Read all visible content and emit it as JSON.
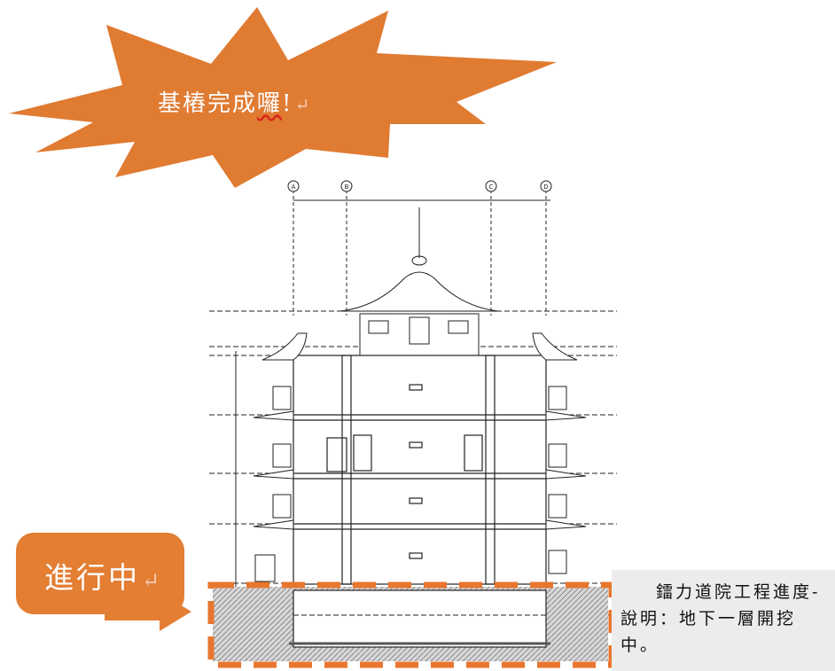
{
  "callout_burst": {
    "text": "基樁完成",
    "squiggle_text": "囉",
    "tail": "!",
    "mark": "↵",
    "color": "#e07b32"
  },
  "callout_progress": {
    "text": "進行中",
    "mark": "↵",
    "color": "#e37e33"
  },
  "note": {
    "text": "鐳力道院工程進度-說明：地下一層開挖中。"
  },
  "drawing": {
    "grid_labels": [
      "A",
      "B",
      "C",
      "D"
    ],
    "colors": {
      "highlight": "#e8762e",
      "line": "#222222",
      "hatch": "#9a9a9a"
    }
  }
}
